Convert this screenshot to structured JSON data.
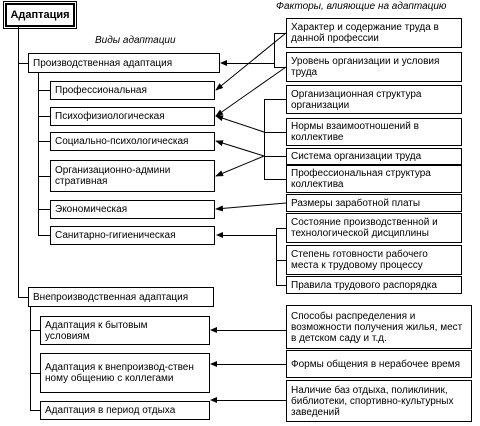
{
  "root": {
    "label": "Адаптация"
  },
  "headings": {
    "types": "Виды адаптации",
    "factors": "Факторы, влияющие на адаптацию"
  },
  "production": {
    "label": "Производственная адаптация",
    "items": [
      "Профессиональная",
      "Психофизиологическая",
      "Социально-психологическая",
      "Организационно-административная",
      "Экономическая",
      "Санитарно-гигиеническая"
    ],
    "factors": [
      "Характер и содержание труда в данной профессии",
      "Уровень организации и условия труда",
      "Организационная структура организации",
      "Нормы взаимоотношений в коллективе",
      "Система организации труда",
      "Профессиональная структура коллектива",
      "Размеры заработной платы",
      "Состояние производственной и технологической дисциплины",
      "Степень готовности рабочего места к трудовому процессу",
      "Правила трудового распорядка"
    ]
  },
  "nonproduction": {
    "label": "Внепроизводственная адаптация",
    "items": [
      "Адаптация к бытовым условиям",
      "Адаптация к внепроизвод-ственному общению с коллегами",
      "Адаптация в период отдыха"
    ],
    "factors": [
      "Способы распределения и возможности получения жилья, мест в детском саду и т.д.",
      "Формы общения в нерабочее время",
      "Наличие баз отдыха, поликлиник, библиотеки, спортивно-культурных заведений"
    ]
  }
}
